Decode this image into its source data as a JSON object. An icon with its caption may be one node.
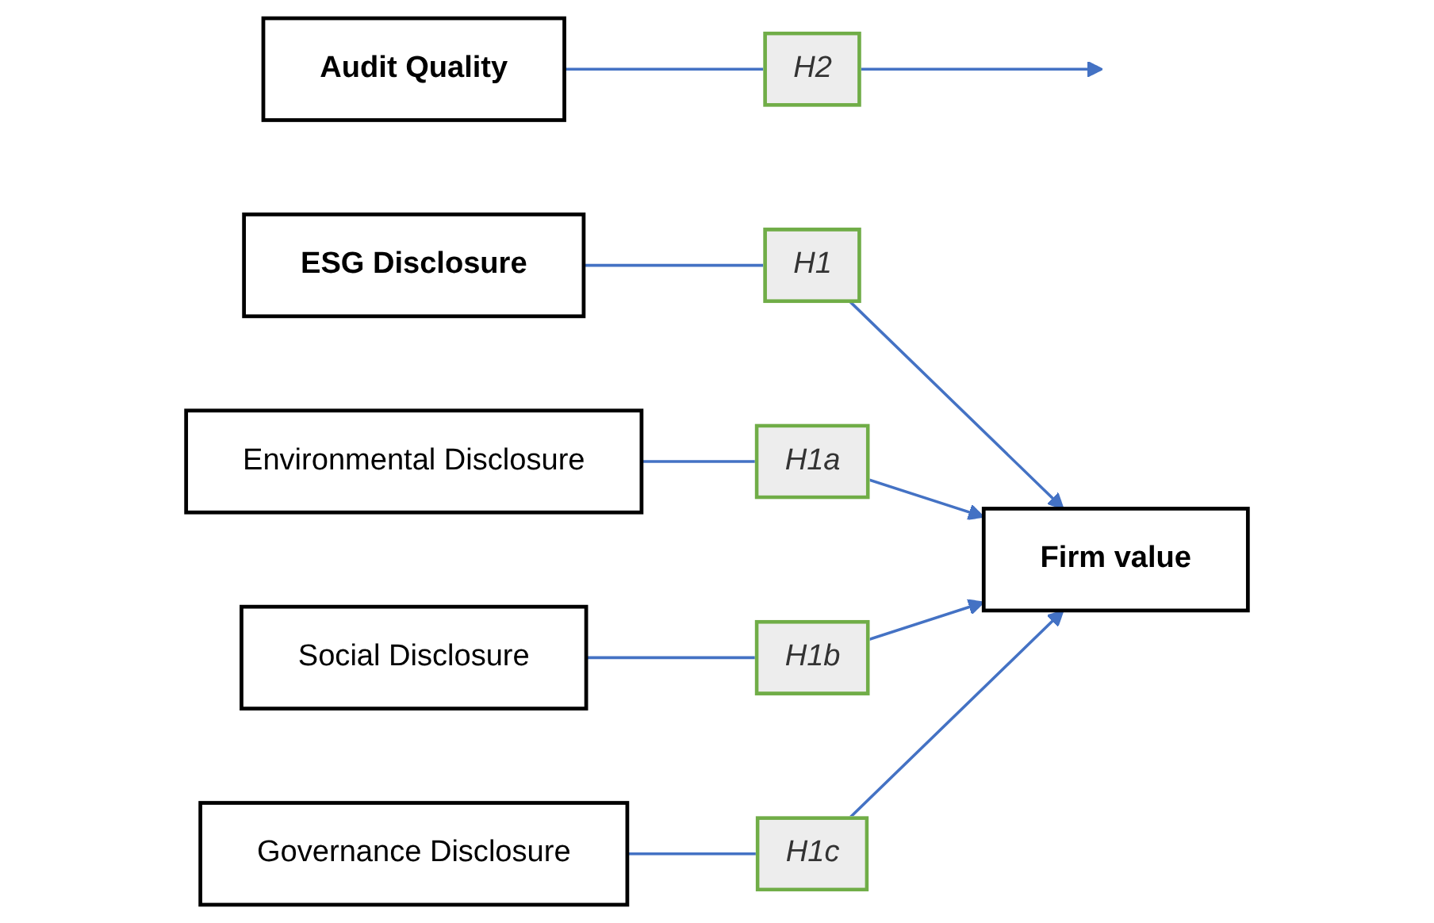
{
  "diagram": {
    "nodes": [
      {
        "text": [
          "Audit Quality"
        ]
      },
      {
        "text": [
          "ESG Disclosure"
        ]
      },
      {
        "text": [
          "Environmental Disclosure"
        ]
      },
      {
        "text": [
          "Social Disclosure"
        ]
      },
      {
        "text": [
          "Governance Disclosure"
        ]
      },
      {
        "text": [
          "Firm value"
        ]
      }
    ],
    "edges": [
      {
        "from": 1,
        "to": 5,
        "arrow": "to",
        "label": "H1"
      },
      {
        "from": 2,
        "to": 5,
        "arrow": "to",
        "label": "H1a"
      },
      {
        "from": 3,
        "to": 5,
        "arrow": "to",
        "label": "H1b"
      },
      {
        "from": 4,
        "to": 5,
        "arrow": "to",
        "label": "H1c"
      },
      {
        "from": 0,
        "to": null,
        "arrow": "to",
        "label": "H2"
      }
    ]
  }
}
